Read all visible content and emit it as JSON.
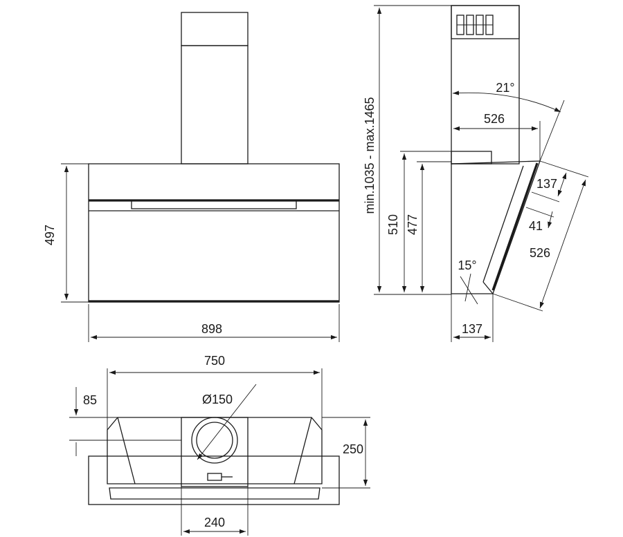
{
  "front_view": {
    "height_label": "497",
    "width_label": "898"
  },
  "side_view": {
    "chimney_range_label": "min.1035 - max.1465",
    "angle_top_label": "21°",
    "depth_top_label": "526",
    "height_510_label": "510",
    "height_477_label": "477",
    "slant_137_label": "137",
    "slant_41_label": "41",
    "slant_526_label": "526",
    "angle_bottom_label": "15°",
    "depth_bottom_label": "137"
  },
  "top_view": {
    "width_750_label": "750",
    "offset_85_label": "85",
    "duct_diameter_label": "Ø150",
    "depth_250_label": "250",
    "width_240_label": "240"
  }
}
